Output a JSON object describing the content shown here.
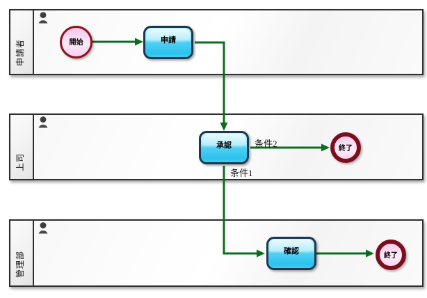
{
  "lanes": [
    {
      "label": "申請者"
    },
    {
      "label": "上司"
    },
    {
      "label": "管理部"
    }
  ],
  "nodes": {
    "start": {
      "label": "開始"
    },
    "apply": {
      "label": "申請"
    },
    "approve": {
      "label": "承認"
    },
    "end_boss": {
      "label": "終了"
    },
    "confirm": {
      "label": "確認"
    },
    "end_admin": {
      "label": "終了"
    }
  },
  "edge_labels": {
    "condition2": "条件2",
    "condition1": "条件1"
  },
  "colors": {
    "arrow_color": "#0a6e1c",
    "task_border": "#1a3850",
    "task_fill": "#2bc2ee",
    "event_border": "#8c1220",
    "end_border": "#7b0d1d",
    "event_fill": "#fbdef5",
    "lane_border": "#2e2e2e",
    "label_color": "#111111"
  }
}
